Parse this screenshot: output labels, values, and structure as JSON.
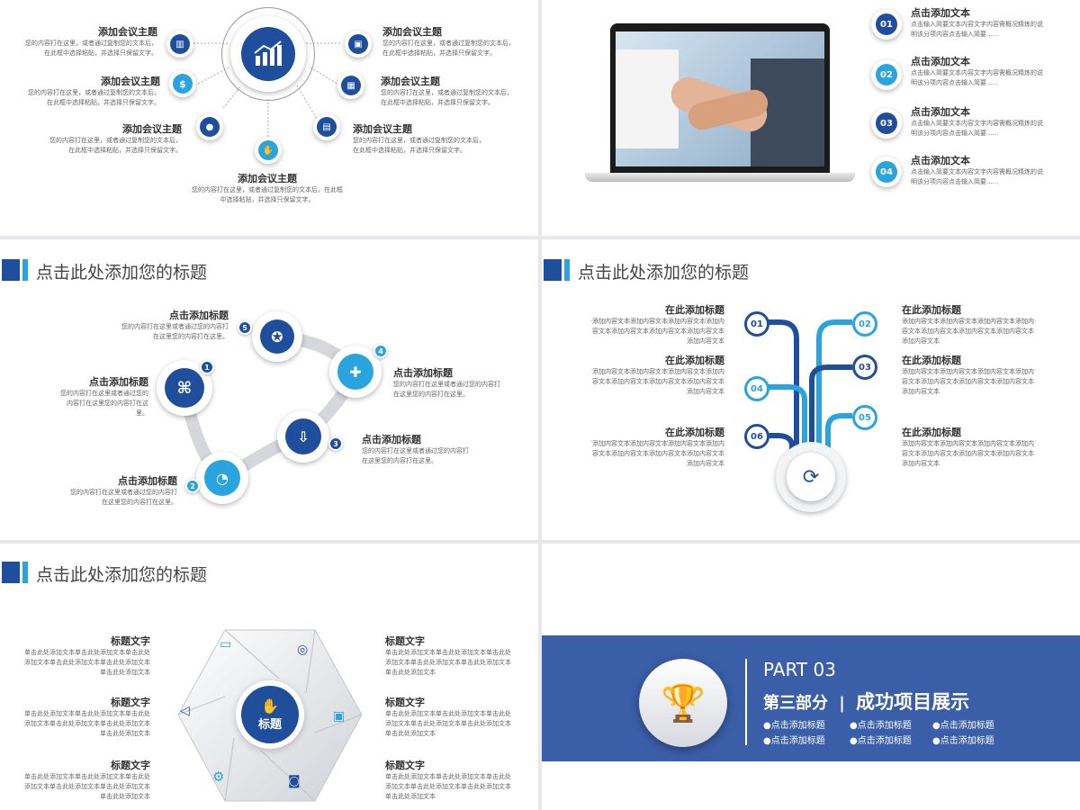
{
  "s1": {
    "items": [
      {
        "t": "添加会议主题",
        "d": "您的内容打在这里，或者通过复制您的文本后，在此框中选择粘贴，并选择只保留文字。"
      },
      {
        "t": "添加会议主题",
        "d": "您的内容打在这里，或者通过复制您的文本后，在此框中选择粘贴，并选择只保留文字。"
      },
      {
        "t": "添加会议主题",
        "d": "您的内容打在这里，或者通过复制您的文本后，在此框中选择粘贴，并选择只保留文字。"
      },
      {
        "t": "添加会议主题",
        "d": "您的内容打在这里，或者通过复制您的文本后，在此框中选择粘贴，并选择只保留文字。"
      },
      {
        "t": "添加会议主题",
        "d": "您的内容打在这里，或者通过复制您的文本后，在此框中选择粘贴，并选择只保留文字。"
      },
      {
        "t": "添加会议主题",
        "d": "您的内容打在这里，或者通过复制您的文本后，在此框中选择粘贴，并选择只保留文字。"
      },
      {
        "t": "添加会议主题",
        "d": "您的内容打在这里，或者通过复制您的文本后，在此框中选择粘贴，并选择只保留文字。"
      }
    ]
  },
  "s2": {
    "items": [
      {
        "n": "01",
        "t": "点击添加文本",
        "d": "点击输入简要文本内容文字内容需概况精炼的说明该分项内容点击输入简要......"
      },
      {
        "n": "02",
        "t": "点击添加文本",
        "d": "点击输入简要文本内容文字内容需概况精炼的说明该分项内容点击输入简要......"
      },
      {
        "n": "03",
        "t": "点击添加文本",
        "d": "点击输入简要文本内容文字内容需概况精炼的说明该分项内容点击输入简要......"
      },
      {
        "n": "04",
        "t": "点击添加文本",
        "d": "点击输入简要文本内容文字内容需概况精炼的说明该分项内容点击输入简要......"
      }
    ]
  },
  "s3": {
    "title": "点击此处添加您的标题",
    "items": [
      {
        "n": "1",
        "t": "点击添加标题",
        "d": "您的内容打在这里或者通过您的内容打在这里您的内容打在这里。"
      },
      {
        "n": "2",
        "t": "点击添加标题",
        "d": "您的内容打在这里或者通过您的内容打在这里您的内容打在这里。"
      },
      {
        "n": "3",
        "t": "点击添加标题",
        "d": "您的内容打在这里或者通过您的内容打在这里您的内容打在这里。"
      },
      {
        "n": "4",
        "t": "点击添加标题",
        "d": "您的内容打在这里或者通过您的内容打在这里您的内容打在这里。"
      },
      {
        "n": "5",
        "t": "点击添加标题",
        "d": "您的内容打在这里或者通过您的内容打在这里您的内容打在这里。"
      }
    ]
  },
  "s4": {
    "title": "点击此处添加您的标题",
    "left": [
      {
        "n": "01",
        "t": "在此添加标题",
        "d": "添加内容文本添加内容文本添加内容文本添加内容文本添加内容文本添加内容文本添加内容文本添加内容文本"
      },
      {
        "n": "04",
        "t": "在此添加标题",
        "d": "添加内容文本添加内容文本添加内容文本添加内容文本添加内容文本添加内容文本添加内容文本添加内容文本"
      },
      {
        "n": "06",
        "t": "在此添加标题",
        "d": "添加内容文本添加内容文本添加内容文本添加内容文本添加内容文本添加内容文本添加内容文本添加内容文本"
      }
    ],
    "right": [
      {
        "n": "02",
        "t": "在此添加标题",
        "d": "添加内容文本添加内容文本添加内容文本添加内容文本添加内容文本添加内容文本添加内容文本添加内容文本"
      },
      {
        "n": "03",
        "t": "在此添加标题",
        "d": "添加内容文本添加内容文本添加内容文本添加内容文本添加内容文本添加内容文本添加内容文本添加内容文本"
      },
      {
        "n": "05",
        "t": "在此添加标题",
        "d": "添加内容文本添加内容文本添加内容文本添加内容文本添加内容文本添加内容文本添加内容文本添加内容文本"
      }
    ]
  },
  "s5": {
    "title": "点击此处添加您的标题",
    "center": "标题",
    "items": [
      {
        "t": "标题文字",
        "d": "单击此处添加文本单击此处添加文本单击此处添加文本单击此处添加文本单击此处添加文本单击此处添加文本"
      },
      {
        "t": "标题文字",
        "d": "单击此处添加文本单击此处添加文本单击此处添加文本单击此处添加文本单击此处添加文本单击此处添加文本"
      },
      {
        "t": "标题文字",
        "d": "单击此处添加文本单击此处添加文本单击此处添加文本单击此处添加文本单击此处添加文本单击此处添加文本"
      },
      {
        "t": "标题文字",
        "d": "单击此处添加文本单击此处添加文本单击此处添加文本单击此处添加文本单击此处添加文本单击此处添加文本"
      },
      {
        "t": "标题文字",
        "d": "单击此处添加文本单击此处添加文本单击此处添加文本单击此处添加文本单击此处添加文本单击此处添加文本"
      },
      {
        "t": "标题文字",
        "d": "单击此处添加文本单击此处添加文本单击此处添加文本单击此处添加文本单击此处添加文本单击此处添加文本"
      }
    ]
  },
  "s6": {
    "part": "PART 03",
    "section": "第三部分",
    "sep": "|",
    "title": "成功项目展示",
    "bullets": [
      "●点击添加标题",
      "●点击添加标题",
      "●点击添加标题",
      "●点击添加标题",
      "●点击添加标题",
      "●点击添加标题"
    ]
  },
  "colors": {
    "navy": "#1f4e9d",
    "sky": "#2aa4df",
    "band": "#3b5ea8"
  }
}
